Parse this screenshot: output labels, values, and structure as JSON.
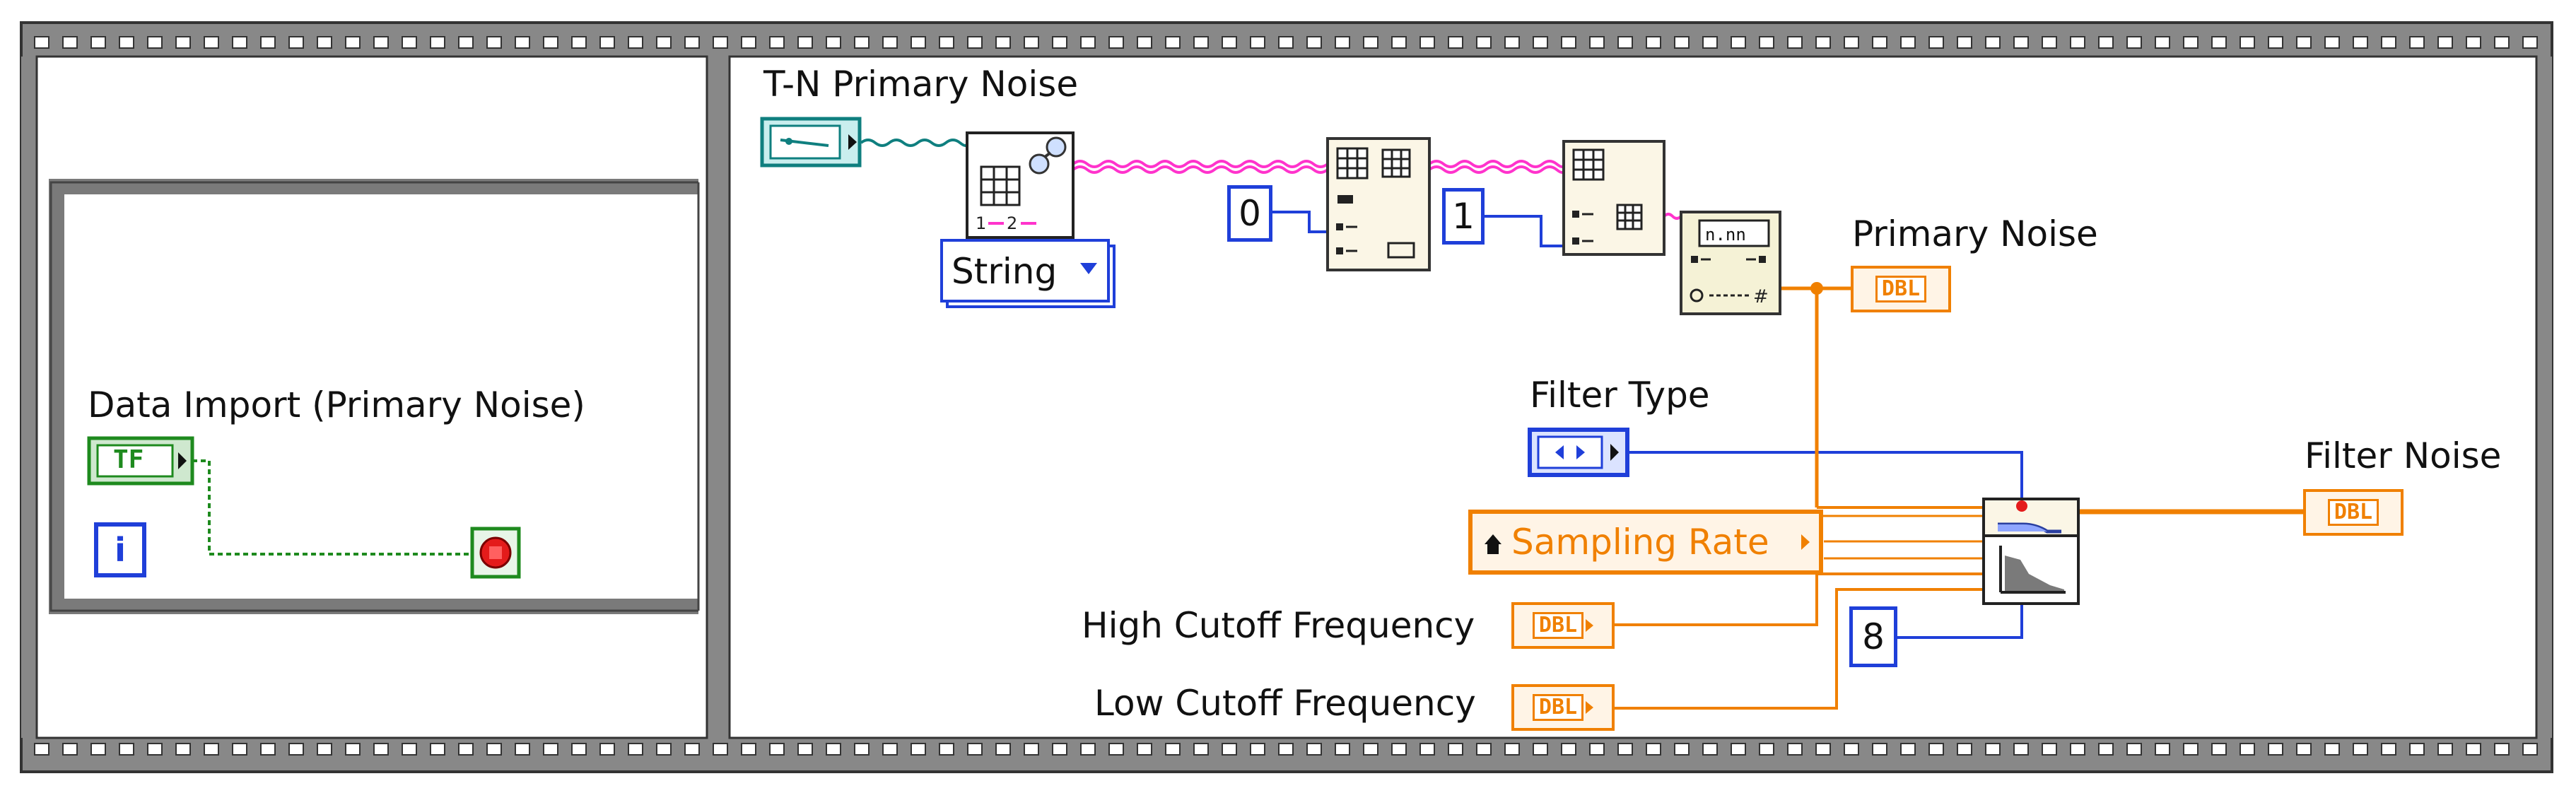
{
  "labels": {
    "data_import": "Data Import (Primary Noise)",
    "tn_primary_noise": "T-N Primary Noise",
    "primary_noise": "Primary Noise",
    "filter_type": "Filter Type",
    "filter_noise": "Filter Noise",
    "high_cutoff": "High Cutoff Frequency",
    "low_cutoff": "Low Cutoff Frequency"
  },
  "controls": {
    "bool_tf": "TF",
    "iteration": "i",
    "string_mode": "String",
    "index_0": "0",
    "index_1": "1",
    "sampling_rate": "Sampling Rate",
    "order": "8",
    "dbl": "DBL",
    "num_format": "n.nn"
  },
  "colors": {
    "wire_bool": "#1e8a1e",
    "wire_path": "#0f7f7f",
    "wire_string": "#ff33cc",
    "wire_dbl": "#f08000",
    "wire_int": "#1f3fd9",
    "structure": "#777777"
  }
}
